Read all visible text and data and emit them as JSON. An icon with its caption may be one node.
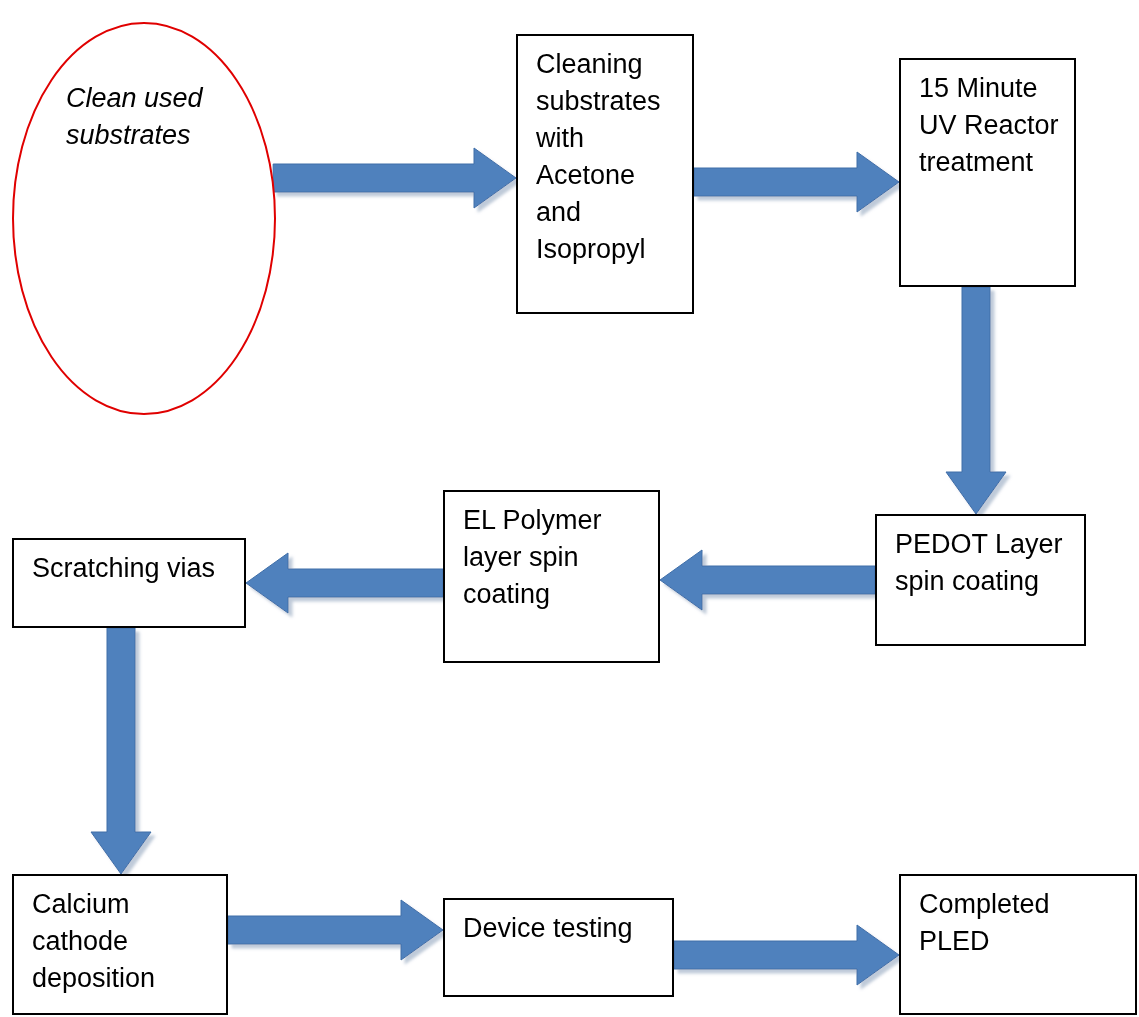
{
  "diagram": {
    "nodes": [
      {
        "text": [
          "Clean used substrates"
        ]
      },
      {
        "text": [
          "Cleaning substrates with Acetone and Isopropyl"
        ]
      },
      {
        "text": [
          "15 Minute UV Reactor treatment"
        ]
      },
      {
        "text": [
          "PEDOT Layer spin coating"
        ]
      },
      {
        "text": [
          "EL Polymer layer spin coating"
        ]
      },
      {
        "text": [
          "Scratching vias"
        ]
      },
      {
        "text": [
          "Calcium cathode deposition"
        ]
      },
      {
        "text": [
          "Device testing"
        ]
      },
      {
        "text": [
          "Completed PLED"
        ]
      }
    ],
    "edges": [
      {
        "from": 0,
        "to": 1,
        "arrow": "to"
      },
      {
        "from": 1,
        "to": 2,
        "arrow": "to"
      },
      {
        "from": 2,
        "to": 3,
        "arrow": "to"
      },
      {
        "from": 3,
        "to": 4,
        "arrow": "to"
      },
      {
        "from": 4,
        "to": 5,
        "arrow": "to"
      },
      {
        "from": 5,
        "to": 6,
        "arrow": "to"
      },
      {
        "from": 6,
        "to": 7,
        "arrow": "to"
      },
      {
        "from": 7,
        "to": 8,
        "arrow": "to"
      }
    ]
  }
}
